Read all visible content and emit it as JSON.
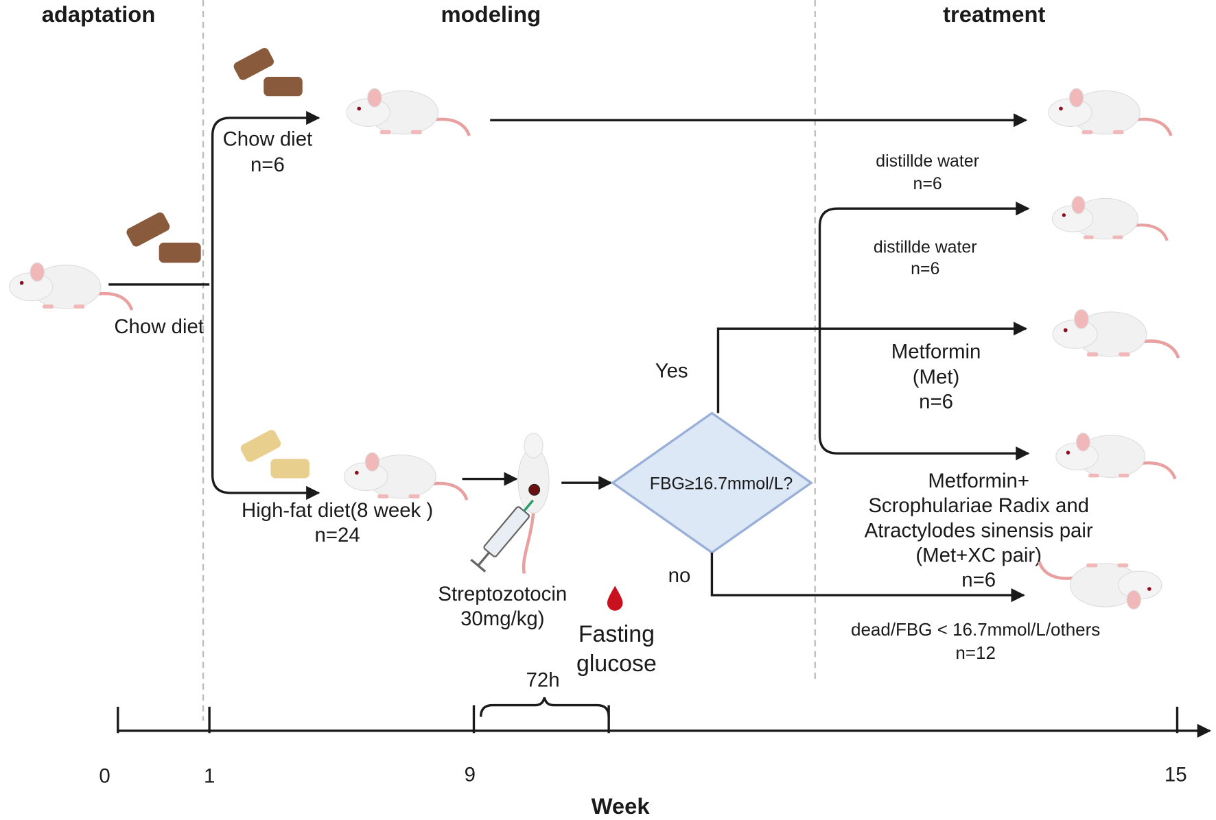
{
  "phases": [
    "adaptation",
    "modeling",
    "treatment"
  ],
  "adaptation": {
    "diet_label": "Chow diet"
  },
  "modeling": {
    "control": {
      "diet": "Chow diet",
      "n": "n=6"
    },
    "model": {
      "diet": "High-fat diet(8 week )",
      "n": "n=24"
    },
    "injection": {
      "line1": "Streptozotocin",
      "line2": "30mg/kg)"
    },
    "fasting": {
      "line1": "Fasting",
      "line2": "glucose"
    },
    "interval": "72h",
    "decision": {
      "question": "FBG≥16.7mmol/L?",
      "yes": "Yes",
      "no": "no"
    }
  },
  "treatment": {
    "groups": [
      {
        "line1": "distillde water",
        "n": "n=6"
      },
      {
        "line1": "distillde water",
        "n": "n=6"
      },
      {
        "lines": [
          "Metformin",
          "(Met)"
        ],
        "n": "n=6"
      },
      {
        "lines": [
          "Metformin+",
          "Scrophulariae Radix and",
          "Atractylodes sinensis pair",
          "(Met+XC pair)"
        ],
        "n": "n=6"
      },
      {
        "line1": "dead/FBG < 16.7mmol/L/others",
        "n": "n=12"
      }
    ]
  },
  "timeline": {
    "ticks": [
      "0",
      "1",
      "9",
      "15"
    ],
    "axis_label": "Week"
  },
  "colors": {
    "decision_fill": "#dde8f7",
    "decision_stroke": "#9ab0d8",
    "chow_pellet": "#8a5a3c",
    "highfat_pellet": "#e8cf8e",
    "blood": "#c8101e",
    "tail": "#e8a0a0"
  },
  "icons": [
    "mouse-icon",
    "chow-pellet-icon",
    "highfat-pellet-icon",
    "syringe-icon",
    "blood-drop-icon"
  ]
}
